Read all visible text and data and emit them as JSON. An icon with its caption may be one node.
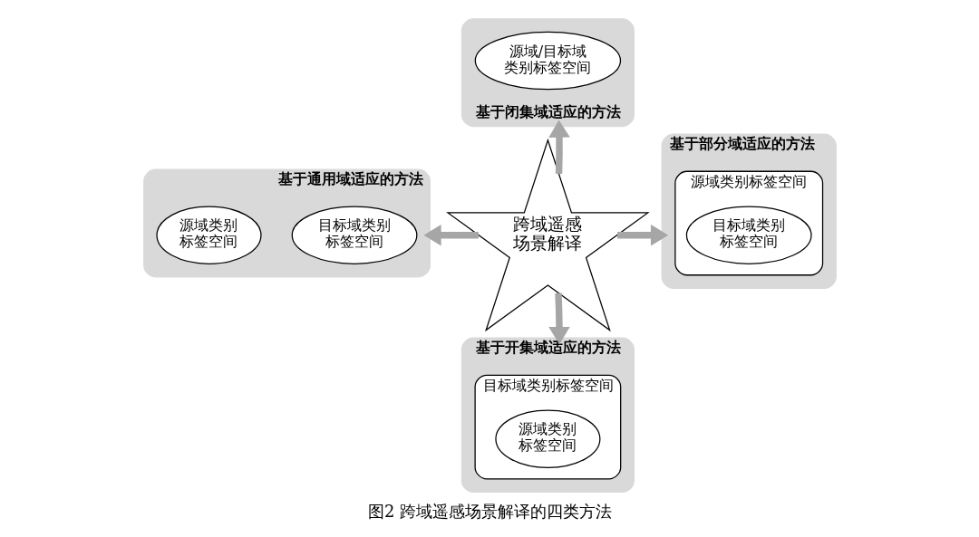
{
  "diagram": {
    "caption": "图2 跨域遥感场景解译的四类方法",
    "nodes": [
      {
        "text": [
          "基于闭集域适应的方法"
        ]
      },
      {
        "text": [
          "源域/目标域类别标签空间"
        ],
        "in": 0
      },
      {
        "text": [
          "基于通用域适应的方法"
        ]
      },
      {
        "text": [
          "源域类别标签空间"
        ],
        "in": 2
      },
      {
        "text": [
          "目标域类别标签空间"
        ],
        "in": 2
      },
      {
        "text": [
          "跨域遥感场景解译"
        ]
      },
      {
        "text": [
          "基于部分域适应的方法"
        ]
      },
      {
        "text": [
          "源域类别标签空间"
        ],
        "in": 6
      },
      {
        "text": [
          "目标域类别标签空间"
        ],
        "in": 7
      },
      {
        "text": [
          "基于开集域适应的方法"
        ]
      },
      {
        "text": [
          "目标域类别标签空间"
        ],
        "in": 9
      },
      {
        "text": [
          "源域类别标签空间"
        ],
        "in": 10
      }
    ],
    "edges": [
      {
        "from": 5,
        "to": 0,
        "arrow": "to"
      },
      {
        "from": 5,
        "to": 2,
        "arrow": "to"
      },
      {
        "from": 5,
        "to": 6,
        "arrow": "to"
      },
      {
        "from": 5,
        "to": 9,
        "arrow": "to"
      }
    ]
  }
}
